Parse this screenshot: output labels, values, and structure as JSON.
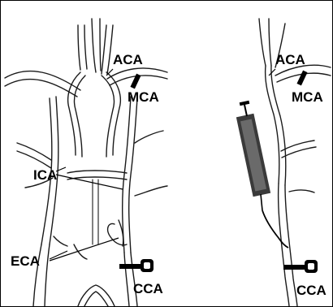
{
  "labels": {
    "left": {
      "aca": "ACA",
      "mca": "MCA",
      "ica": "ICA",
      "eca": "ECA",
      "cca": "CCA"
    },
    "right": {
      "aca": "ACA",
      "mca": "MCA",
      "cca": "CCA"
    }
  },
  "colors": {
    "stroke": "#1a1a1a",
    "occluder": "#000000",
    "syringe_barrel": "#3a3a3a",
    "background": "#ffffff"
  },
  "icons": {
    "occluder": "black-occluder-bar",
    "clamp": "vessel-clamp",
    "syringe": "syringe-catheter"
  }
}
